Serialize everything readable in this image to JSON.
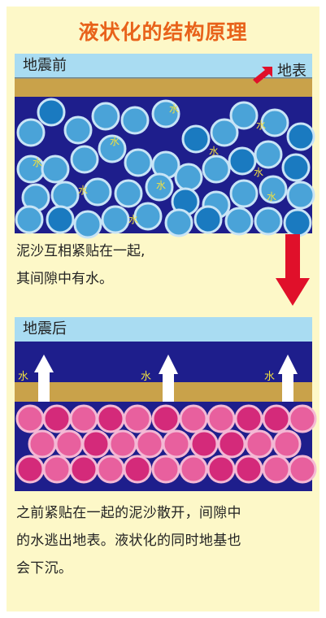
{
  "title": "液状化的结构原理",
  "before": {
    "header": "地震前",
    "surface_label": "地表",
    "water_label": "水",
    "caption_lines": [
      "泥沙互相紧贴在一起,",
      "其间隙中有水。"
    ]
  },
  "after": {
    "header": "地震后",
    "water_label": "水",
    "caption_lines": [
      "之前紧贴在一起的泥沙散开，间隙中",
      "的水逃出地表。液状化的同时地基也",
      "会下沉。"
    ]
  },
  "colors": {
    "title": "#e8621a",
    "panel_bg": "#fdf8c8",
    "header_bg": "#a9dcf2",
    "soil": "#c9a24a",
    "deep_blue": "#1e1e8c",
    "grain_blue": "#4aa3d8",
    "grain_blue_dark": "#1a7ac0",
    "grain_pink": "#e0468c",
    "water_text": "#f0e040",
    "red_arrow": "#e0102a"
  }
}
